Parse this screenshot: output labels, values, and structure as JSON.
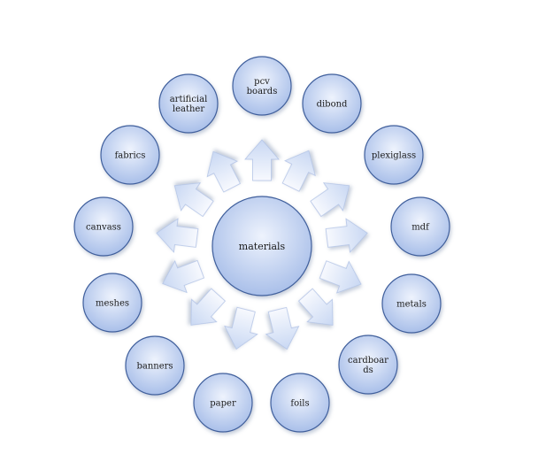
{
  "diagram": {
    "center": {
      "label": "materials"
    },
    "nodes": [
      {
        "lines": [
          "pcv",
          "boards"
        ]
      },
      {
        "lines": [
          "dibond"
        ]
      },
      {
        "lines": [
          "plexiglass"
        ]
      },
      {
        "lines": [
          "mdf"
        ]
      },
      {
        "lines": [
          "metals"
        ]
      },
      {
        "lines": [
          "cardboar",
          "ds"
        ]
      },
      {
        "lines": [
          "foils"
        ]
      },
      {
        "lines": [
          "paper"
        ]
      },
      {
        "lines": [
          "banners"
        ]
      },
      {
        "lines": [
          "meshes"
        ]
      },
      {
        "lines": [
          "canvass"
        ]
      },
      {
        "lines": [
          "fabrics"
        ]
      },
      {
        "lines": [
          "artificial",
          "leather"
        ]
      }
    ],
    "colors": {
      "bubble_light": "#eef3fd",
      "bubble_dark": "#a9bfe9",
      "bubble_stroke": "#3f5f9c",
      "arrow_light": "#f7f9fe",
      "arrow_dark": "#c9d8f3",
      "arrow_stroke": "#b3c4e6",
      "text": "#1a1a1a"
    }
  }
}
